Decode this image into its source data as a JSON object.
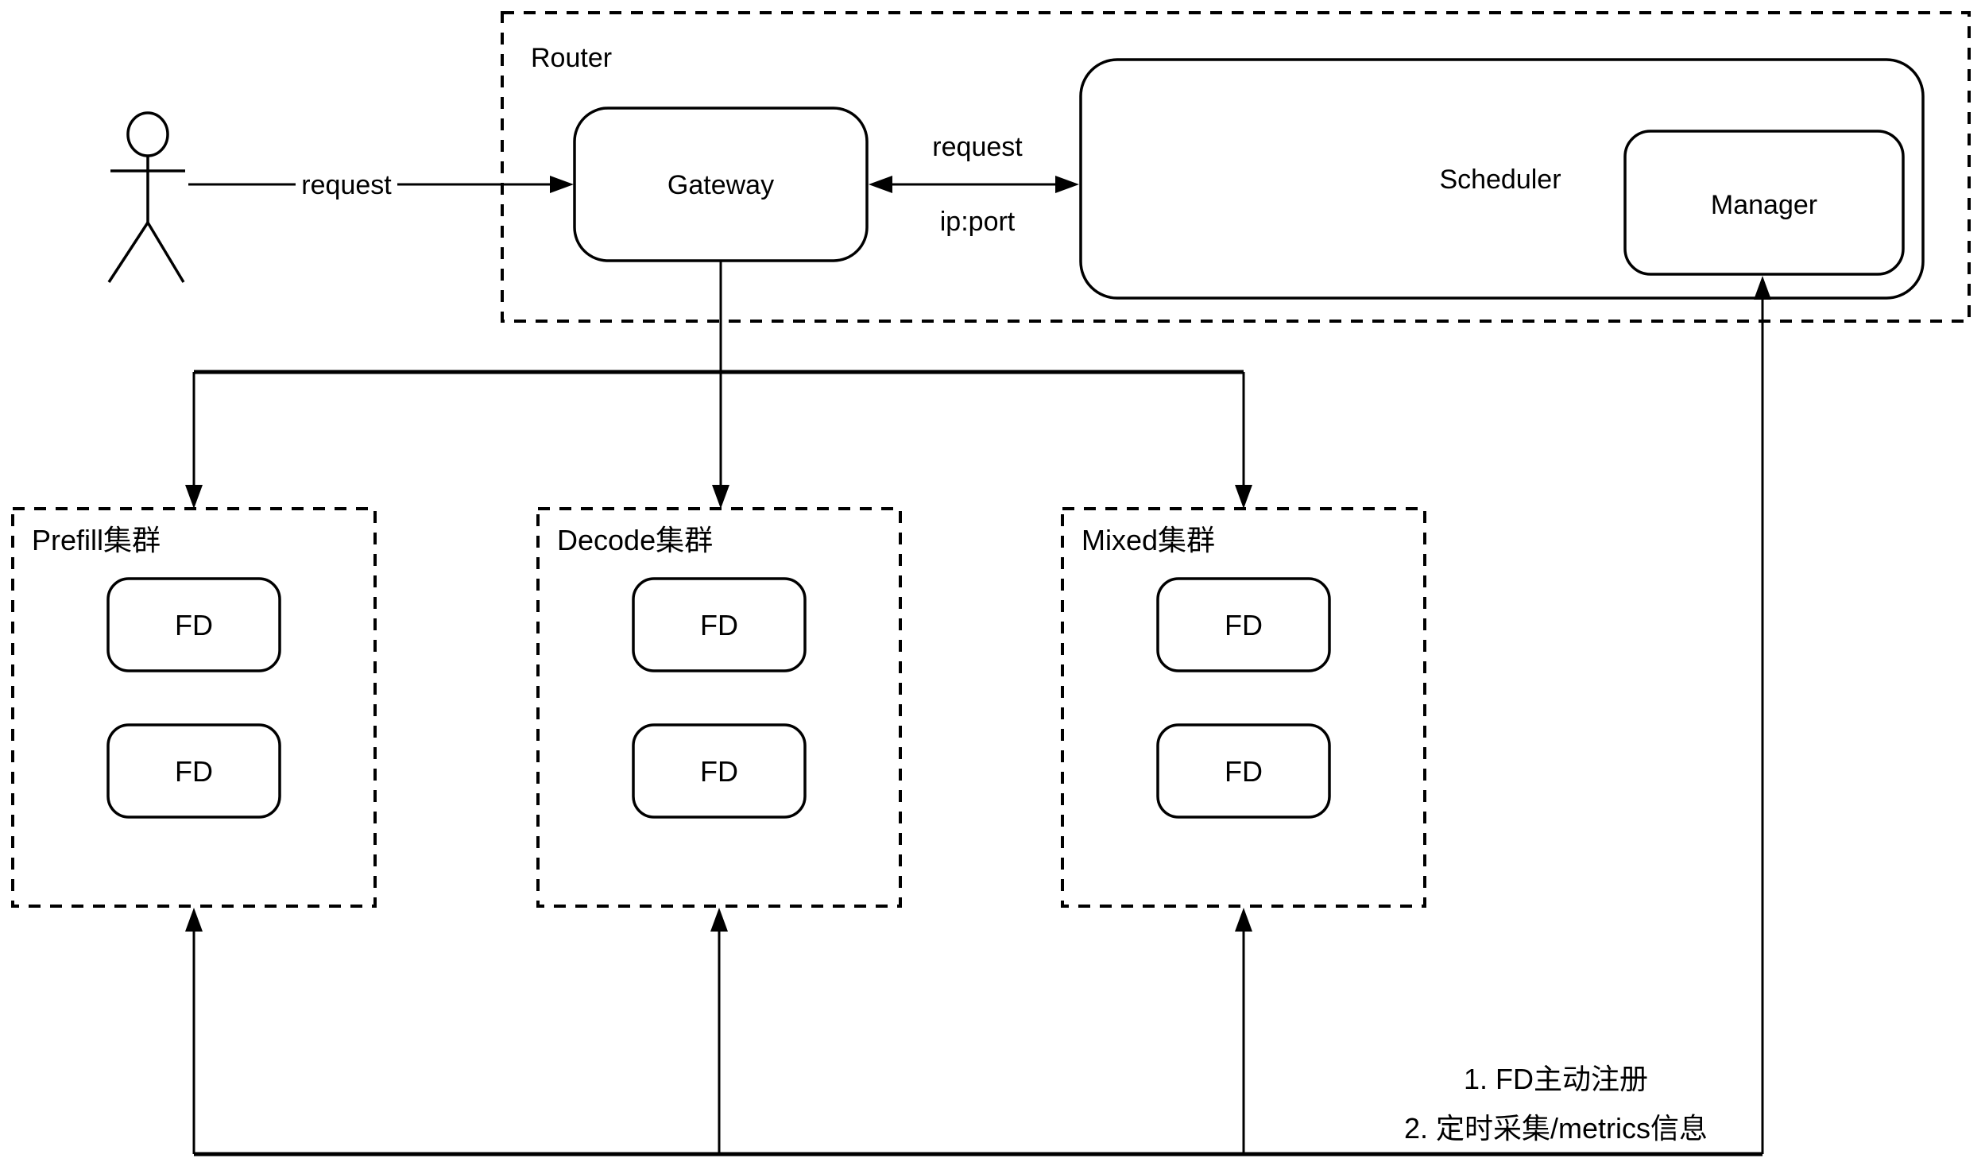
{
  "diagram": {
    "router": {
      "label": "Router"
    },
    "gateway": {
      "label": "Gateway"
    },
    "scheduler": {
      "label": "Scheduler"
    },
    "manager": {
      "label": "Manager"
    },
    "edges": {
      "user_request_label": "request",
      "gateway_scheduler_top_label": "request",
      "gateway_scheduler_bottom_label": "ip:port"
    },
    "clusters": [
      {
        "label": "Prefill集群",
        "nodes": [
          "FD",
          "FD"
        ]
      },
      {
        "label": "Decode集群",
        "nodes": [
          "FD",
          "FD"
        ]
      },
      {
        "label": "Mixed集群",
        "nodes": [
          "FD",
          "FD"
        ]
      }
    ],
    "annotations": [
      "1. FD主动注册",
      "2. 定时采集/metrics信息"
    ],
    "colors": {
      "stroke": "#000000",
      "background": "#ffffff"
    }
  }
}
